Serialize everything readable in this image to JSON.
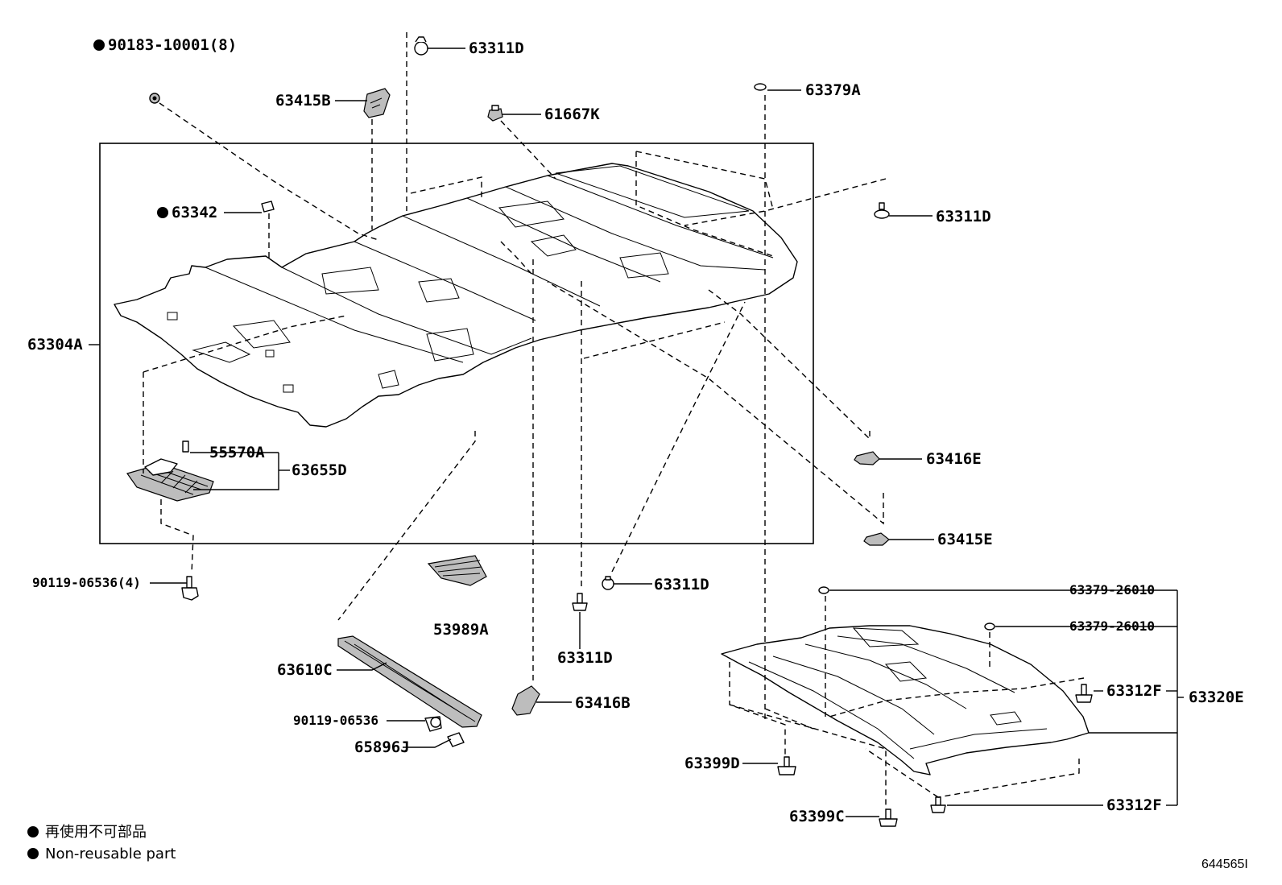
{
  "parts": {
    "p90183": "90183-10001(8)",
    "p63311D_top": "63311D",
    "p63415B": "63415B",
    "p61667K": "61667K",
    "p63379A": "63379A",
    "p63342": "63342",
    "p63311D_right": "63311D",
    "p63304A": "63304A",
    "p55570A": "55570A",
    "p63655D": "63655D",
    "p63416E": "63416E",
    "p63415E": "63415E",
    "p90119_4": "90119-06536(4)",
    "p63311D_mid": "63311D",
    "p53989A": "53989A",
    "p63311D_low": "63311D",
    "p63610C": "63610C",
    "p63416B": "63416B",
    "p90119": "90119-06536",
    "p65896J": "65896J",
    "p63379_26010_a": "63379-26010",
    "p63379_26010_b": "63379-26010",
    "p63312F_a": "63312F",
    "p63320E": "63320E",
    "p63399D": "63399D",
    "p63399C": "63399C",
    "p63312F_b": "63312F"
  },
  "legend": {
    "jp": "再使用不可部品",
    "en": "Non-reusable part"
  },
  "ref_code": "644565I"
}
